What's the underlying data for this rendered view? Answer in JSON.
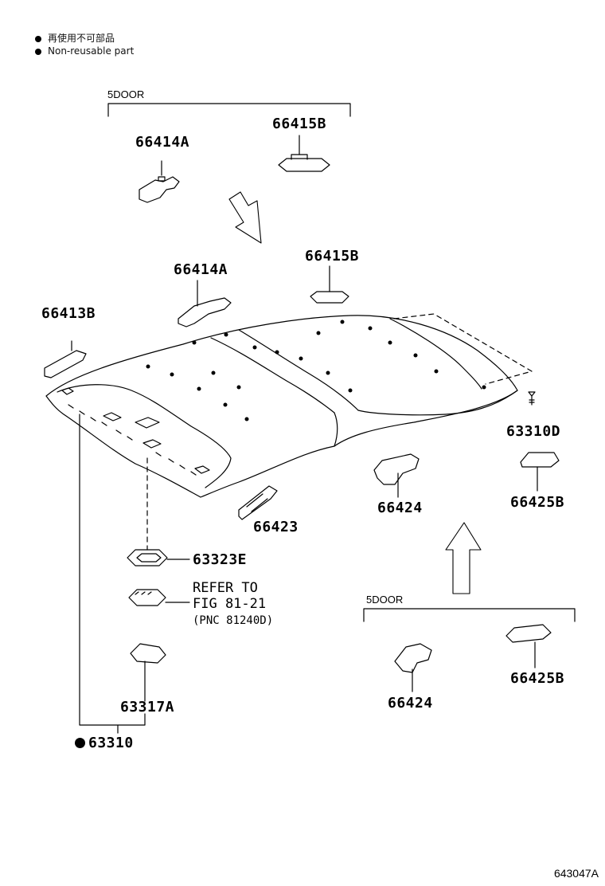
{
  "legend": {
    "ja": "再使用不可部品",
    "en": "Non-reusable part"
  },
  "groups": {
    "top": "5DOOR",
    "bottom": "5DOOR"
  },
  "parts": {
    "p66414A_top": "66414A",
    "p66415B_top": "66415B",
    "p66414A": "66414A",
    "p66415B": "66415B",
    "p66413B": "66413B",
    "p63310D": "63310D",
    "p66424": "66424",
    "p66425B": "66425B",
    "p66423": "66423",
    "p63323E": "63323E",
    "p63317A": "63317A",
    "p63310": "63310",
    "p66424_bottom": "66424",
    "p66425B_bottom": "66425B"
  },
  "refer": {
    "line1": "REFER TO",
    "line2": "FIG 81-21",
    "line3": "(PNC 81240D)"
  },
  "figure_id": "643047A"
}
